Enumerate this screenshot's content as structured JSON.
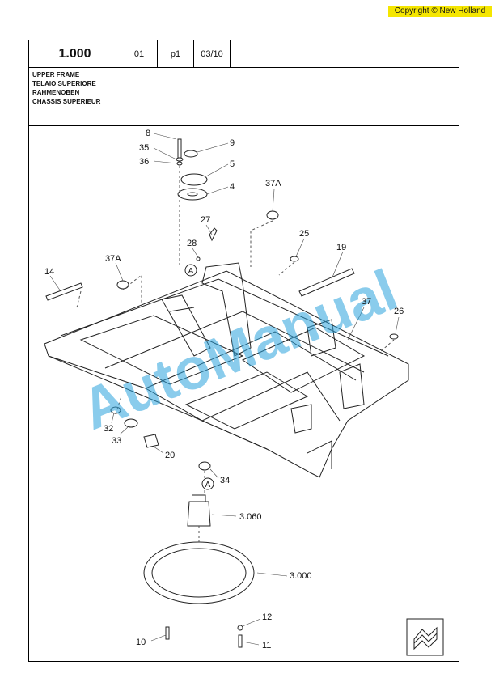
{
  "copyright": "Copyright © New Holland",
  "header": {
    "code": "1.000",
    "col1": "01",
    "col2": "p1",
    "col3": "03/10"
  },
  "titles": [
    "UPPER FRAME",
    "TELAIO SUPERIORE",
    "RAHMENOBEN",
    "CHASSIS SUPERIEUR"
  ],
  "watermark": "AutoManual",
  "callouts": {
    "c8": "8",
    "c9": "9",
    "c35": "35",
    "c36": "36",
    "c5": "5",
    "c4": "4",
    "c37a_top": "37A",
    "c27": "27",
    "c28": "28",
    "c25": "25",
    "c19": "19",
    "c37a_left": "37A",
    "c14": "14",
    "c37": "37",
    "c26": "26",
    "c32": "32",
    "c33": "33",
    "c20": "20",
    "c34": "34",
    "c3060": "3.060",
    "c3000": "3.000",
    "c12": "12",
    "c10": "10",
    "c11": "11",
    "refA1": "A",
    "refA2": "A"
  },
  "nav_icon": "next-page-arrow-icon"
}
